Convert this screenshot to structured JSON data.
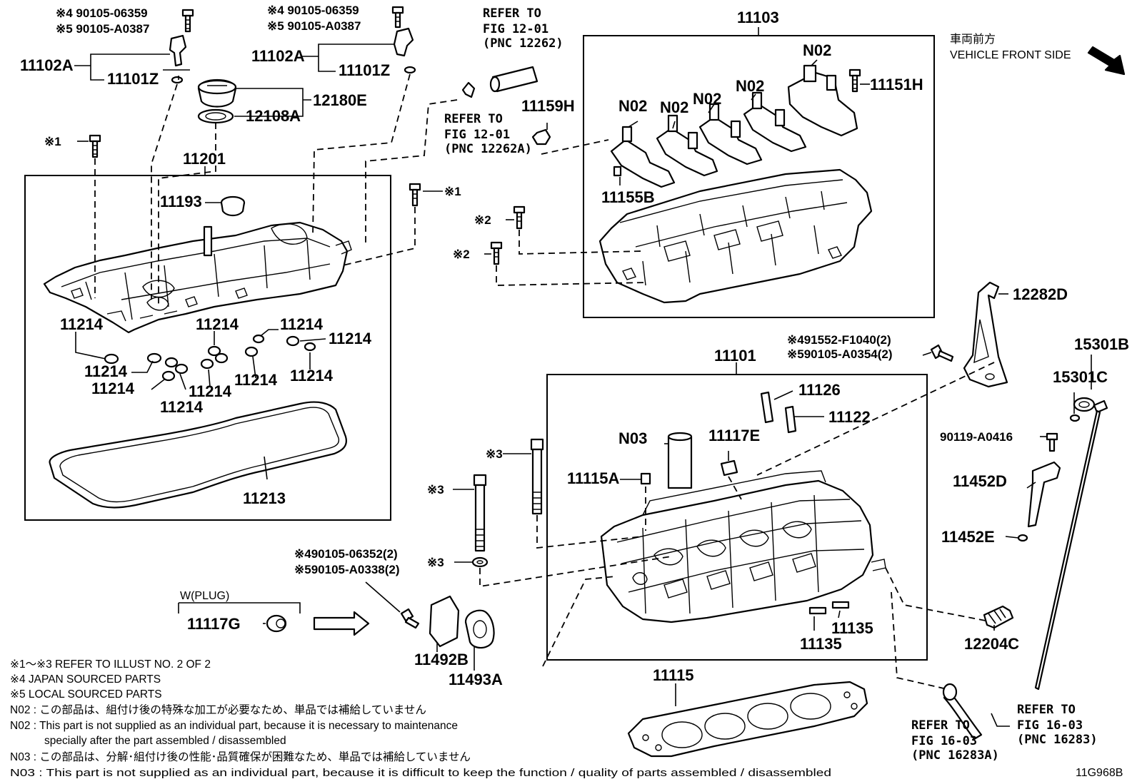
{
  "vehicle_front": {
    "jp": "車両前方",
    "en": "VEHICLE FRONT SIDE"
  },
  "diagram_code": "11G968B",
  "parts": {
    "p11103": "11103",
    "p11201": "11201",
    "p11101": "11101",
    "p11102A_l": "11102A",
    "p11101Z_l": "11101Z",
    "p11102A_r": "11102A",
    "p11101Z_r": "11101Z",
    "p12180E": "12180E",
    "p12108A": "12108A",
    "p11193": "11193",
    "p11214_a": "11214",
    "p11214_b": "11214",
    "p11214_c": "11214",
    "p11214_d": "11214",
    "p11214_e": "11214",
    "p11214_f": "11214",
    "p11214_g": "11214",
    "p11214_h": "11214",
    "p11214_i": "11214",
    "p11214_j": "11214",
    "p11213": "11213",
    "p11159H": "11159H",
    "p11155B": "11155B",
    "p11151H": "11151H",
    "pN02_a": "N02",
    "pN02_b": "N02",
    "pN02_c": "N02",
    "pN02_d": "N02",
    "pN02_e": "N02",
    "p12282D": "12282D",
    "p15301B": "15301B",
    "p15301C": "15301C",
    "p90119": "90119-A0416",
    "p11452D": "11452D",
    "p11452E": "11452E",
    "p11126": "11126",
    "p11122": "11122",
    "pN03": "N03",
    "p11117E": "11117E",
    "p11115A": "11115A",
    "p11135_a": "11135",
    "p11135_b": "11135",
    "p12204C": "12204C",
    "p11115": "11115",
    "p11117G": "11117G",
    "p11492B": "11492B",
    "p11493A": "11493A",
    "wplug": "W(PLUG)"
  },
  "fasteners": {
    "tl_4": "※4 90105-06359",
    "tl_5": "※5 90105-A0387",
    "tm_4": "※4 90105-06359",
    "tm_5": "※5 90105-A0387",
    "m1_a": "※1",
    "m1_b": "※1",
    "m2_a": "※2",
    "m2_b": "※2",
    "m3_a": "※3",
    "m3_b": "※3",
    "m3_c": "※3",
    "br_4": "※491552-F1040(2)",
    "br_5": "※590105-A0354(2)",
    "pl_4": "※490105-06352(2)",
    "pl_5": "※590105-A0338(2)"
  },
  "refs": {
    "r1": [
      "REFER TO",
      "FIG 12-01",
      "(PNC 12262)"
    ],
    "r2": [
      "REFER TO",
      "FIG 12-01",
      "(PNC 12262A)"
    ],
    "r3": [
      "REFER TO",
      "FIG 16-03",
      "(PNC 16283A)"
    ],
    "r4": [
      "REFER TO",
      "FIG 16-03",
      "(PNC 16283)"
    ]
  },
  "notes": [
    "※1～※3  REFER TO ILLUST NO. 2 OF 2",
    "※4  JAPAN SOURCED PARTS",
    "※5  LOCAL SOURCED PARTS",
    "N02 : この部品は、組付け後の特殊な加工が必要なため、単品では補給していません",
    "N02 : This part is not supplied as an individual part, because it is necessary to maintenance",
    "specially after the part assembled / disassembled",
    "N03 : この部品は、分解･組付け後の性能･品質確保が困難なため、単品では補給していません",
    "N03 : This part is not supplied as an individual part, because it is difficult to keep the function / quality of parts  assembled / disassembled"
  ]
}
